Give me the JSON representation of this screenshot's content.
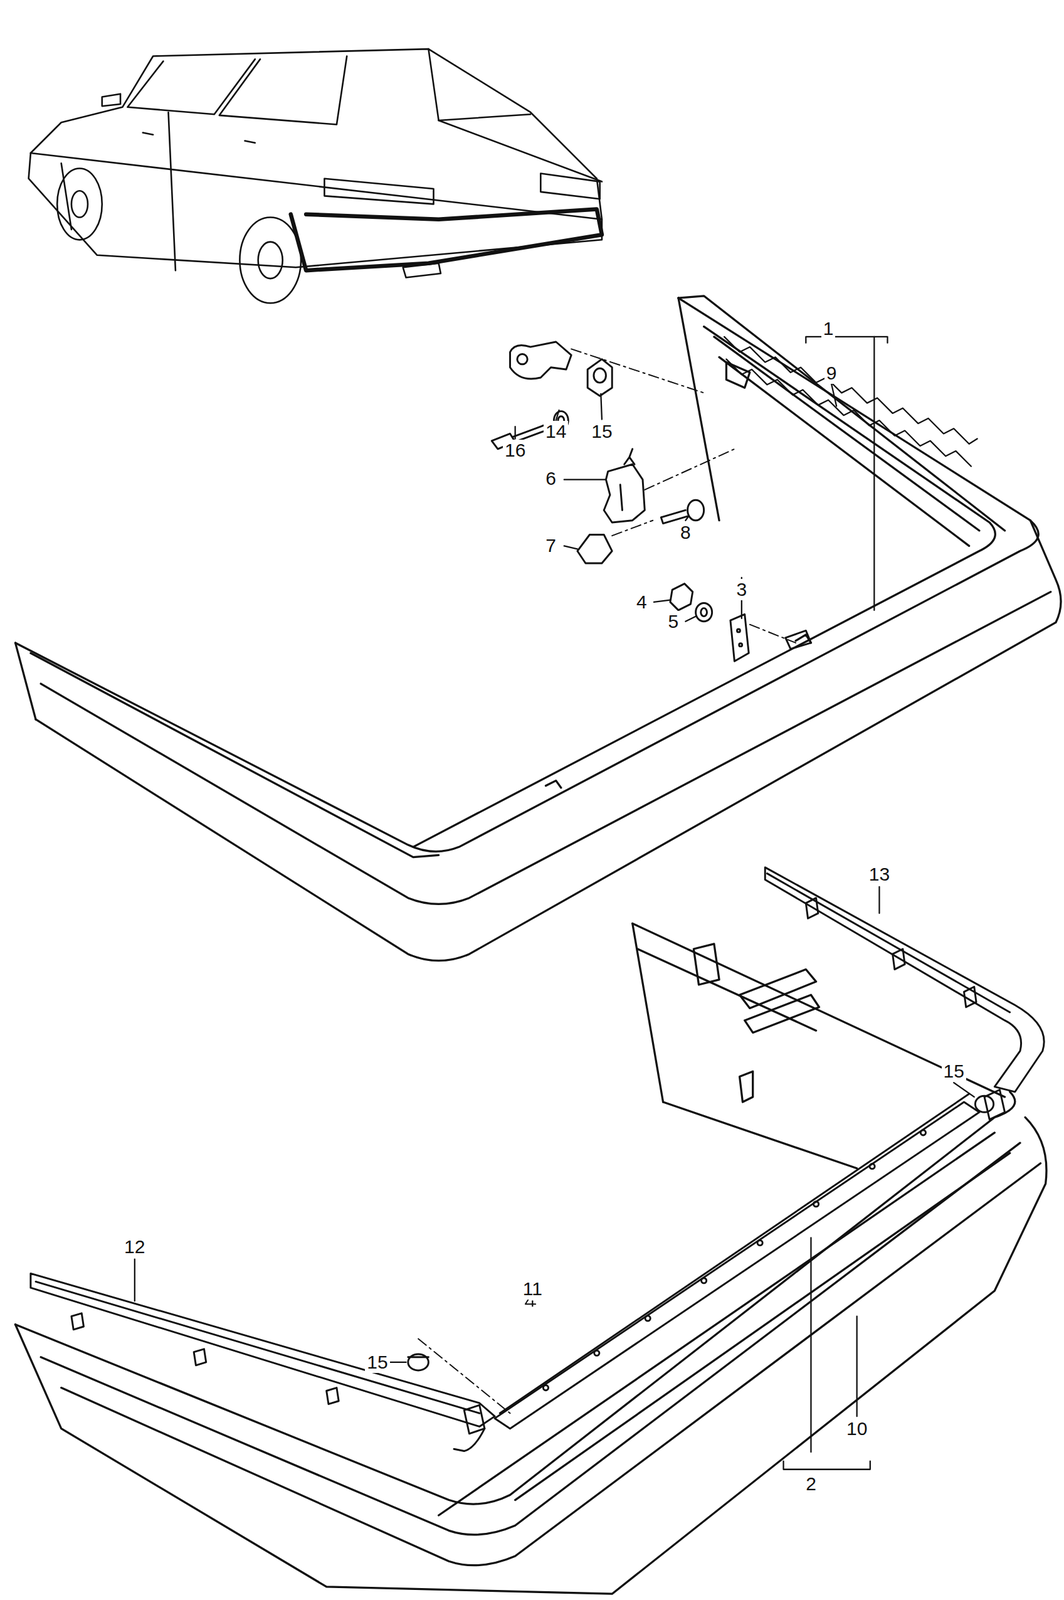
{
  "diagram": {
    "labels": [
      "1",
      "9",
      "16",
      "14",
      "15",
      "6",
      "8",
      "7",
      "3",
      "4",
      "5",
      "13",
      "15",
      "12",
      "11",
      "15",
      "10",
      "2"
    ]
  }
}
